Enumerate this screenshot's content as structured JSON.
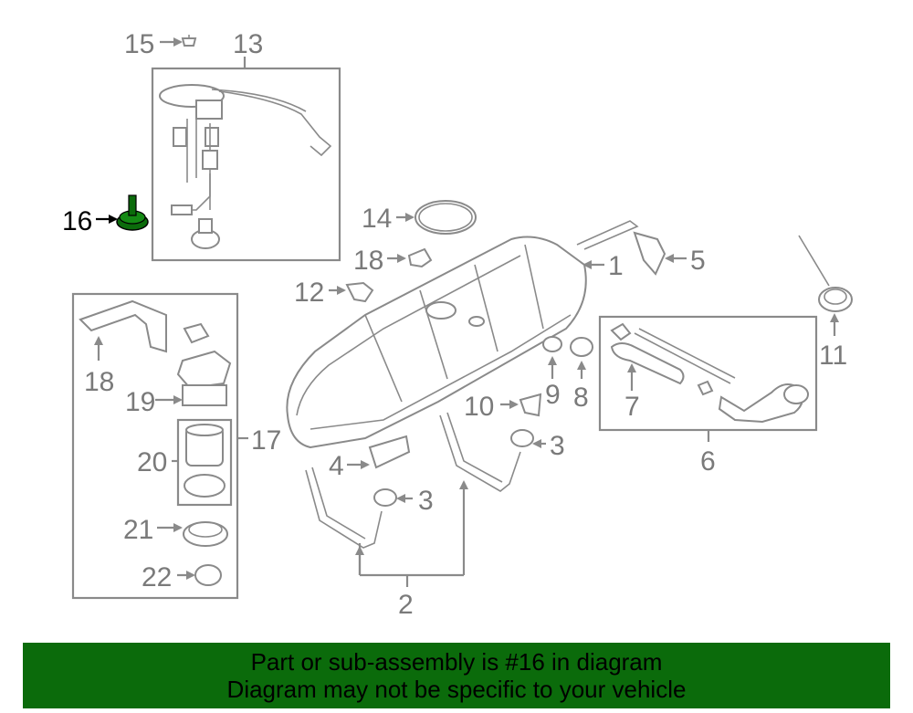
{
  "labels": {
    "n1": "1",
    "n2": "2",
    "n3a": "3",
    "n3b": "3",
    "n4": "4",
    "n5": "5",
    "n6": "6",
    "n7": "7",
    "n8": "8",
    "n9": "9",
    "n10": "10",
    "n11": "11",
    "n12": "12",
    "n13": "13",
    "n14": "14",
    "n15": "15",
    "n16": "16",
    "n17": "17",
    "n18a": "18",
    "n18b": "18",
    "n19": "19",
    "n20": "20",
    "n21": "21",
    "n22": "22"
  },
  "highlight_color": "#0b6b0b",
  "line_color": "#8a8a8a",
  "banner": {
    "line1": "Part or sub-assembly is #16 in diagram",
    "line2": "Diagram may not be specific to your vehicle"
  }
}
